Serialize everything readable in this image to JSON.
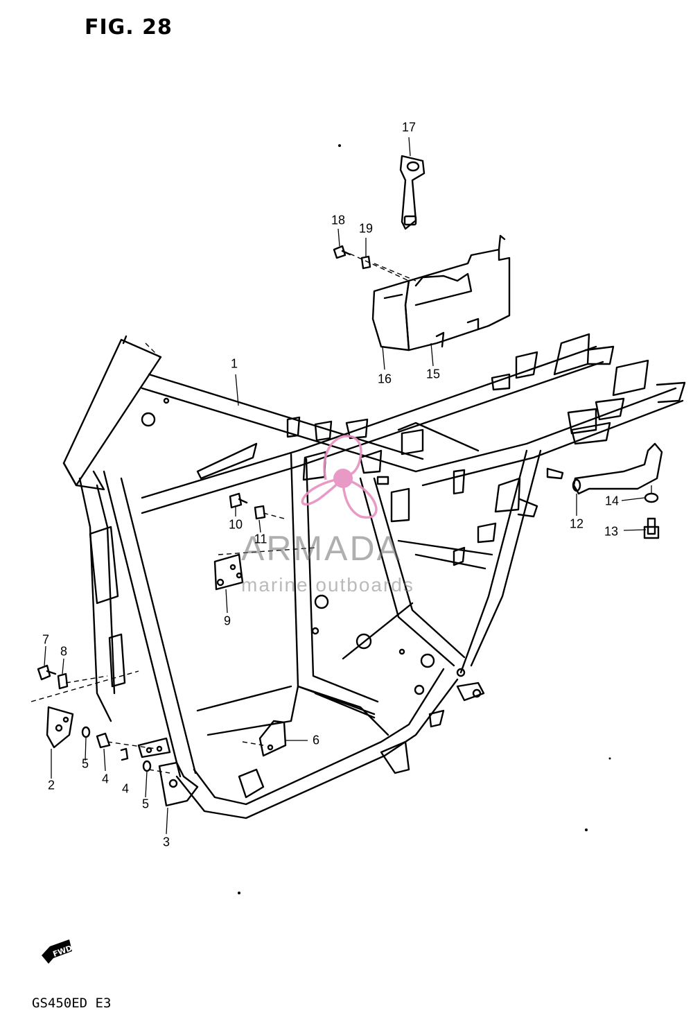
{
  "figure": {
    "title": "FIG. 28",
    "model": "GS450ED  E3"
  },
  "fwd_label": "FWD",
  "watermark": {
    "brand": "ARMADA",
    "tagline": "marine outboards",
    "accent": "#e78fbf"
  },
  "callouts": [
    "1",
    "2",
    "3",
    "4",
    "4",
    "5",
    "5",
    "6",
    "7",
    "8",
    "9",
    "10",
    "11",
    "12",
    "13",
    "14",
    "15",
    "16",
    "17",
    "18",
    "19"
  ]
}
